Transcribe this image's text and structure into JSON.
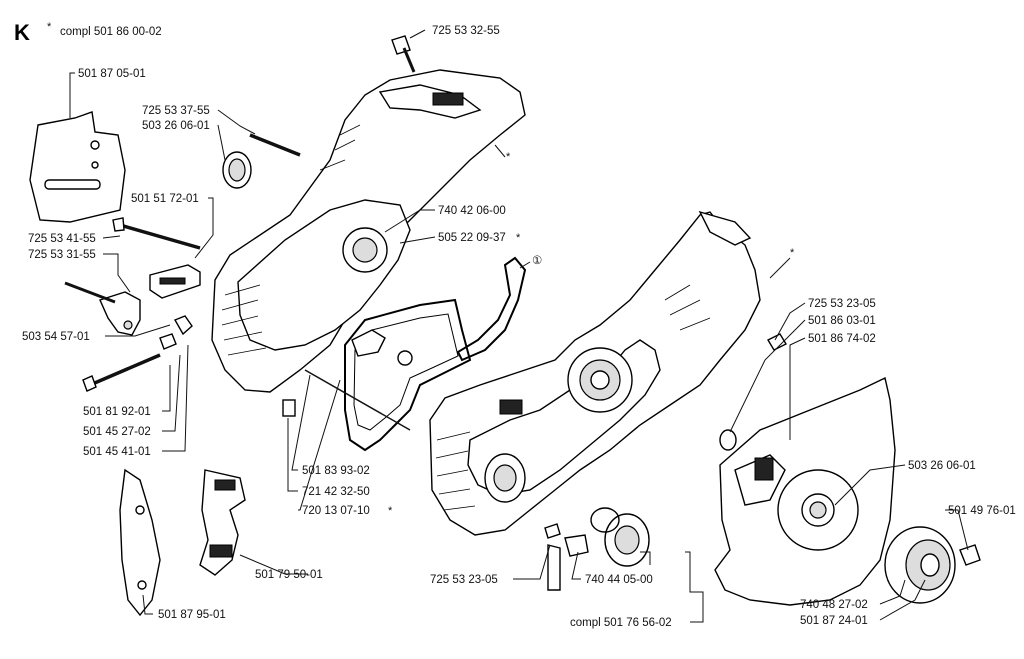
{
  "section": {
    "letter": "K",
    "compl_note": "compl 501 86 00-02",
    "asterisk": "*",
    "circled_one": "①"
  },
  "labels": {
    "p1": "725 53 32-55",
    "p2": "501 87 05-01",
    "p3a": "725 53 37-55",
    "p3b": "503 26 06-01",
    "p4": "501 51 72-01",
    "p5": "740 42 06-00",
    "p6": "505 22 09-37",
    "p7a": "725 53 41-55",
    "p7b": "725 53 31-55",
    "p8": "503 54 57-01",
    "p9": "725 53 23-05",
    "p10": "501 86 03-01",
    "p11": "501 86 74-02",
    "p12": "501 81 92-01",
    "p13": "501 45 27-02",
    "p14": "501 45 41-01",
    "p15": "501 83 93-02",
    "p16": "721 42 32-50",
    "p17": "720 13 07-10",
    "p18": "503 26 06-01",
    "p19": "501 49 76-01",
    "p20": "501 79 50-01",
    "p21": "501 87 95-01",
    "p22": "725 53 23-05",
    "p23": "740 44 05-00",
    "p24": "compl 501 76 56-02",
    "p25": "740 48 27-02",
    "p26": "501 87 24-01"
  }
}
